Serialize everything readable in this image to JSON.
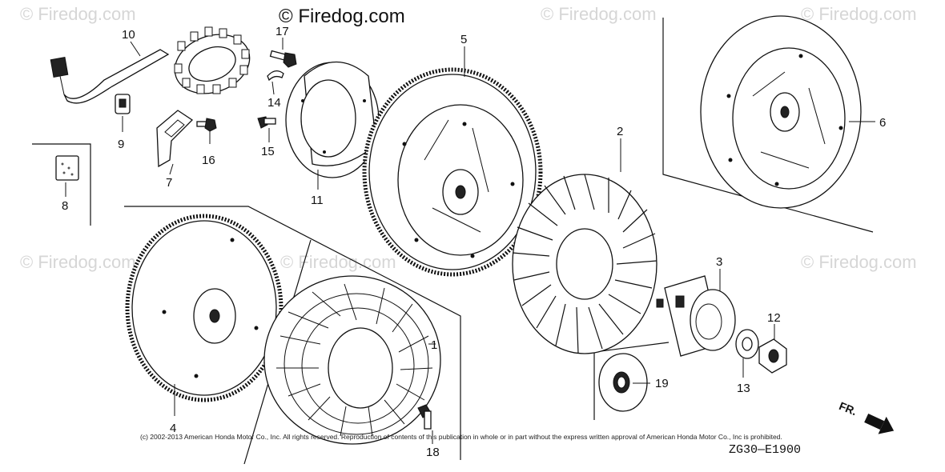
{
  "watermark": {
    "main": "© Firedog.com",
    "faint": "© Firedog.com"
  },
  "diagram_code": "ZG30—E1900",
  "copyright": "(c) 2002-2013 American Honda Motor Co., Inc. All rights reserved. Reproduction of contents of this publication in whole or in part without the express written approval of American Honda Motor Co., Inc is prohibited.",
  "front_indicator": "FR.",
  "callouts": {
    "c1": "1",
    "c2": "2",
    "c3": "3",
    "c4": "4",
    "c5": "5",
    "c6": "6",
    "c7": "7",
    "c8": "8",
    "c9": "9",
    "c10": "10",
    "c11": "11",
    "c12": "12",
    "c13": "13",
    "c14": "14",
    "c15": "15",
    "c16": "16",
    "c17": "17",
    "c18": "18",
    "c19": "19"
  }
}
